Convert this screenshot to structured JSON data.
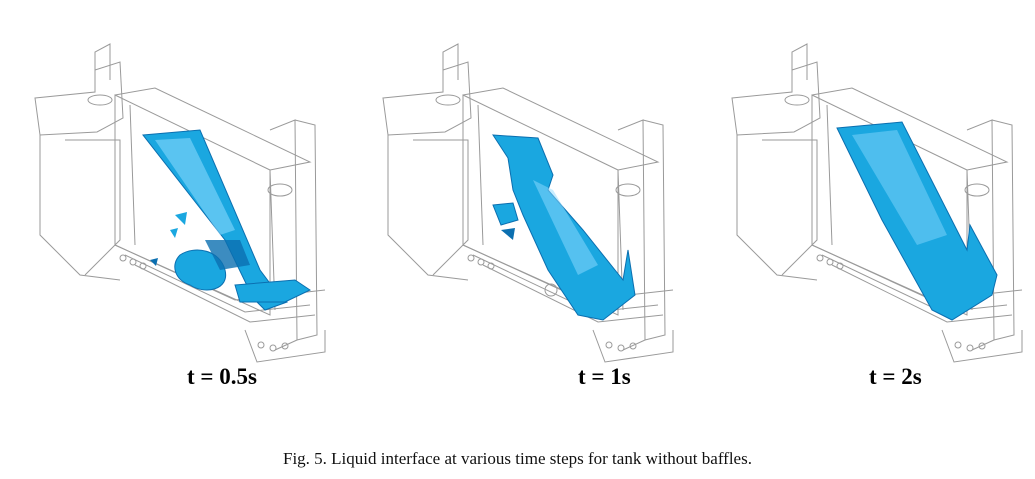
{
  "figure": {
    "panels": [
      {
        "time_label": "t = 0.5s"
      },
      {
        "time_label": "t = 1s"
      },
      {
        "time_label": "t = 2s"
      }
    ],
    "caption": "Fig. 5. Liquid interface at various time steps for tank without baffles."
  },
  "colors": {
    "wireframe": "#9a9a9a",
    "liquid": "#1aa7e0",
    "liquid_dark": "#0b6fb0",
    "liquid_light": "#8fdcff"
  }
}
